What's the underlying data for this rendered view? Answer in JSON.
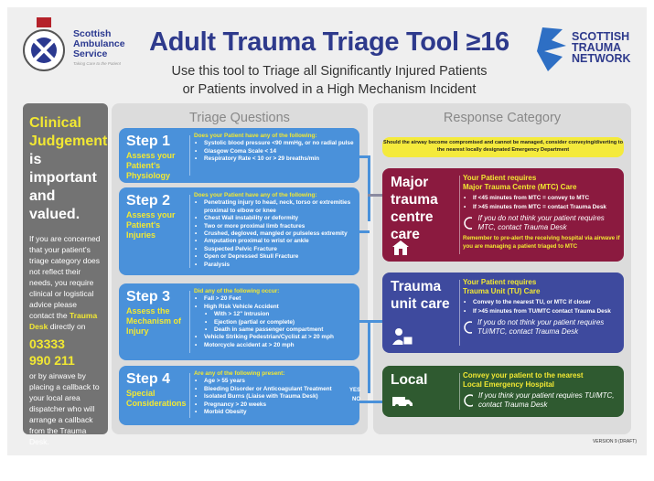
{
  "header": {
    "sas_logo": {
      "name_lines": [
        "Scottish",
        "Ambulance",
        "Service"
      ],
      "tagline": "Taking Care to the Patient"
    },
    "title": "Adult Trauma Triage Tool ≥16",
    "subtitle_lines": [
      "Use this tool to Triage all Significantly Injured Patients",
      "or Patients involved in a High Mechanism Incident"
    ],
    "stn_logo": {
      "name_lines": [
        "SCOTTISH",
        "TRAUMA",
        "NETWORK"
      ]
    }
  },
  "clinical": {
    "heading_yellow": [
      "Clinical",
      "Judgement"
    ],
    "heading_white": [
      "is important",
      "and valued."
    ],
    "text_before": "If you are concerned that your patient's triage category does not reflect their needs, you require clinical or logistical advice please contact the",
    "desk": "Trauma Desk",
    "text_mid": "directly on",
    "phone_lines": [
      "03333",
      "990 211"
    ],
    "text_after": "or by airwave by placing a callback to your local area dispatcher who will arrange a callback from the Trauma Desk.",
    "icon": "headset-icon"
  },
  "questions": {
    "heading": "Triage Questions",
    "steps": [
      {
        "title": "Step 1",
        "desc": "Assess your Patient's Physiology",
        "question": "Does your Patient have any of the following:",
        "items": [
          "Systolic blood pressure <90 mmHg, or no radial pulse",
          "Glasgow Coma Scale < 14",
          "Respiratory Rate < 10 or > 29 breaths/min"
        ]
      },
      {
        "title": "Step 2",
        "desc": "Assess your Patient's Injuries",
        "question": "Does your Patient have any of the following:",
        "items": [
          "Penetrating injury to head, neck, torso or extremities proximal to elbow or knee",
          "Chest Wall instability or deformity",
          "Two or more proximal limb fractures",
          "Crushed, degloved, mangled or pulseless extremity",
          "Amputation proximal to wrist or ankle",
          "Suspected Pelvic Fracture",
          "Open or Depressed Skull Fracture",
          "Paralysis"
        ]
      },
      {
        "title": "Step 3",
        "desc": "Assess the Mechanism of Injury",
        "question": "Did any of the following occur:",
        "items": [
          "Fall > 20 Feet",
          "High Risk Vehicle Accident"
        ],
        "subitems": [
          "With > 12\" Intrusion",
          "Ejection (partial or complete)",
          "Death in same passenger compartment"
        ],
        "items2": [
          "Vehicle Striking Pedestrian/Cyclist at > 20 mph",
          "Motorcycle accident at > 20 mph"
        ]
      },
      {
        "title": "Step 4",
        "desc": "Special Considerations",
        "question": "Are any of the following present:",
        "items": [
          "Age > 55 years",
          "Bleeding Disorder or Anticoagulant Treatment",
          "Isolated Burns (Liaise with Trauma Desk)",
          "Pregnancy > 20 weeks",
          "Morbid Obesity"
        ]
      }
    ],
    "yes": "YES",
    "no": "NO"
  },
  "response": {
    "heading": "Response Category",
    "banner": "Should the airway become compromised and cannot be managed, consider conveying/diverting to the nearest locally designated Emergency Department",
    "major": {
      "name": "Major trauma centre care",
      "req1": "Your Patient requires",
      "req2": "Major Trauma Centre (MTC) Care",
      "items": [
        "If <45 minutes from MTC = convey to MTC",
        "If >45 minutes from MTC = contact Trauma Desk"
      ],
      "italic": "If you do not think your patient requires MTC, contact Trauma Desk",
      "note": "Remember to pre-alert the receiving hospital via airwave if you are managing a patient triaged to MTC",
      "icon": "hospital-icon",
      "color": "#8b1a3f"
    },
    "tu": {
      "name": "Trauma unit care",
      "req1": "Your Patient requires",
      "req2": "Trauma Unit (TU) Care",
      "items": [
        "Convey to the nearest TU, or MTC if closer",
        "If >45 minutes from TU/MTC contact Trauma Desk"
      ],
      "italic": "If you do not think your patient requires TU/MTC, contact Trauma Desk",
      "icon": "medic-icon",
      "color": "#3e4a9e"
    },
    "local": {
      "name": "Local",
      "req1": "Convey your patient to the nearest",
      "req2": "Local Emergency Hospital",
      "italic": "If you think your patient requires TU/MTC, contact Trauma Desk",
      "icon": "ambulance-icon",
      "color": "#2f5a30"
    }
  },
  "version": "VERSION 9 (DRAFT)"
}
